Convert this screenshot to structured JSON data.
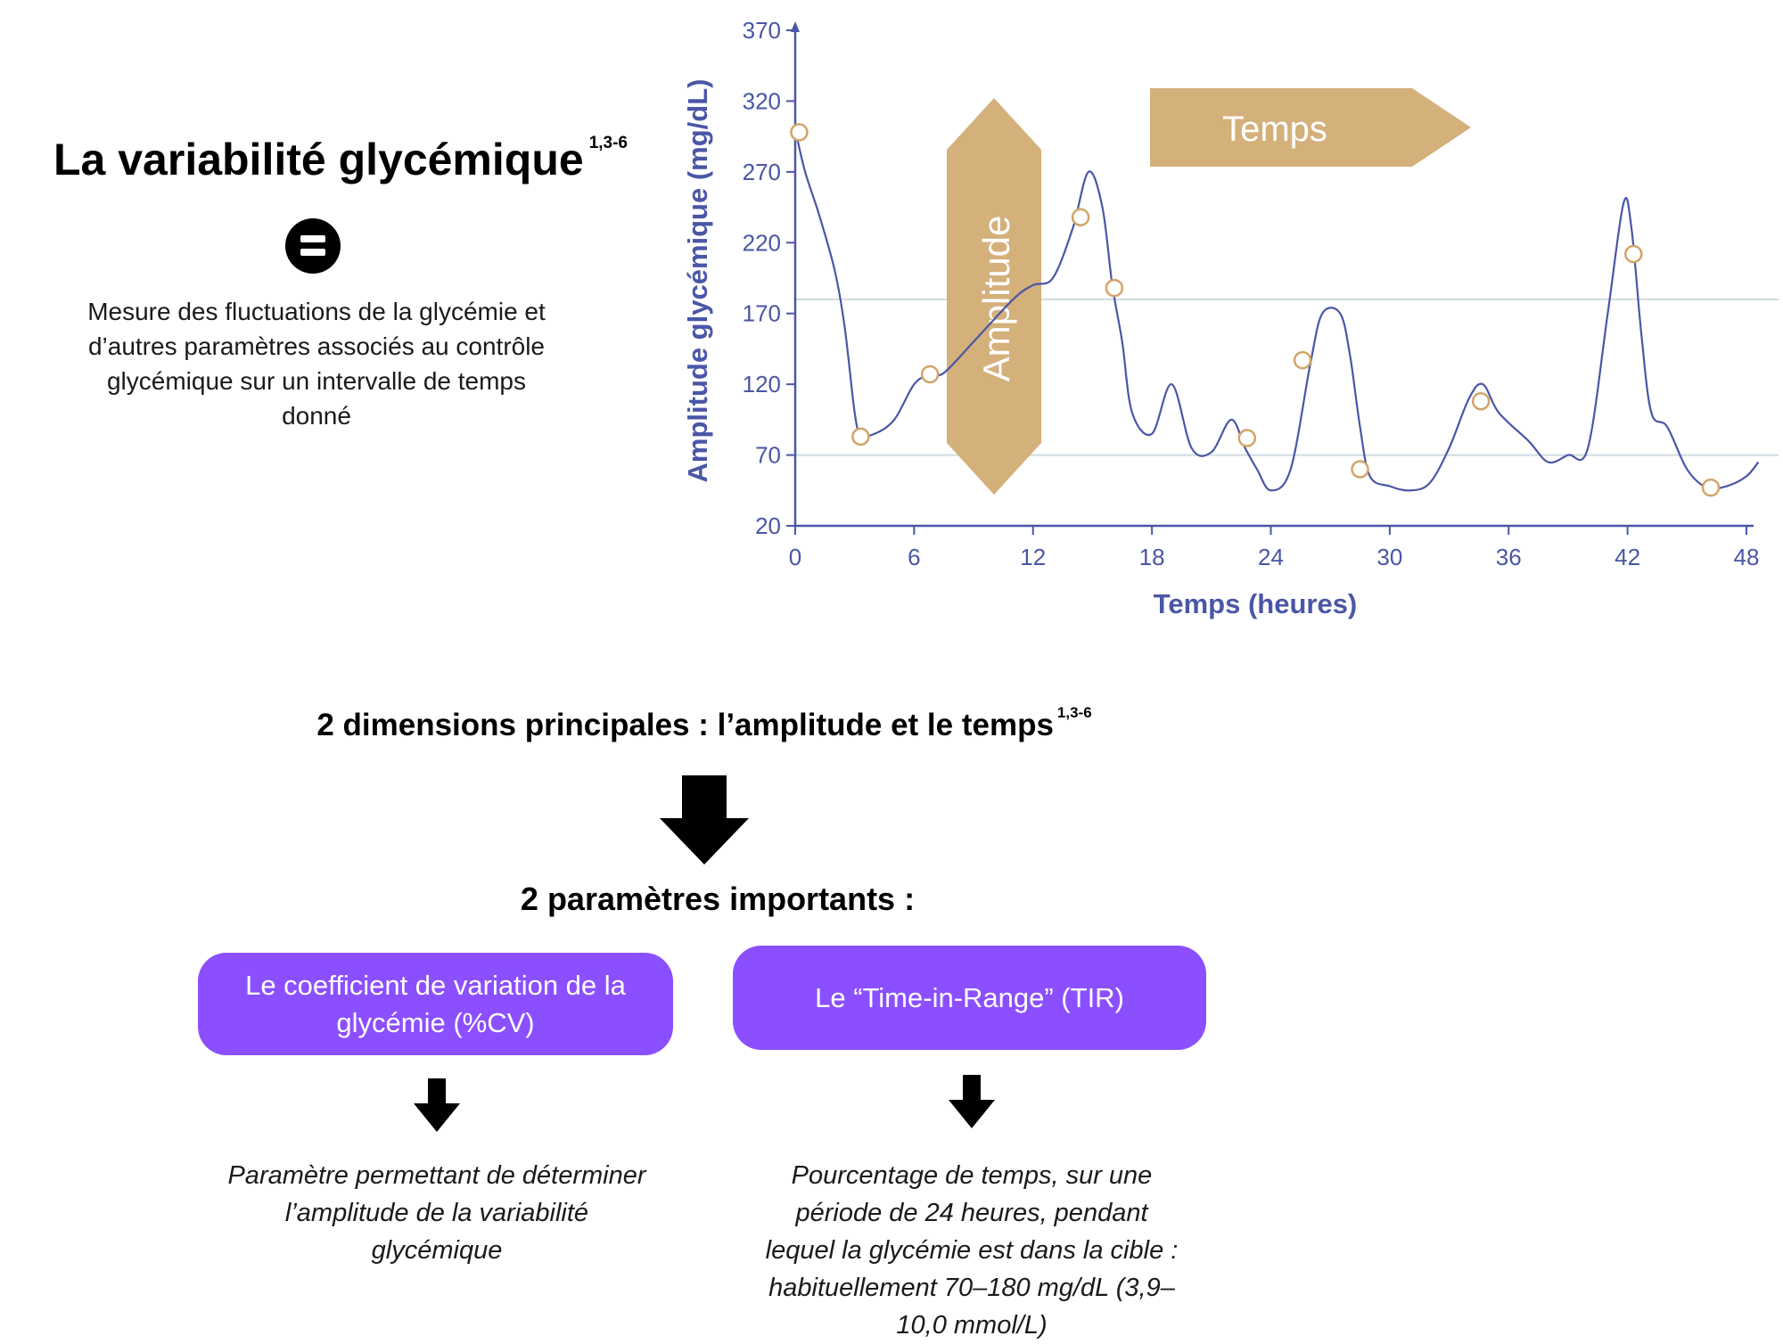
{
  "header": {
    "title": "La variabilité glycémique",
    "title_ref": "1,3-6",
    "equals_icon": "equals-circle-icon",
    "description": "Mesure des fluctuations de la glycémie et d’autres paramètres associés au contrôle glycémique sur un intervalle de temps donné"
  },
  "chart_data": {
    "type": "line",
    "xlabel": "Temps (heures)",
    "ylabel": "Amplitude glycémique (mg/dL)",
    "xlim": [
      0,
      48
    ],
    "ylim": [
      20,
      370
    ],
    "x_ticks": [
      0,
      6,
      12,
      18,
      24,
      30,
      36,
      42,
      48
    ],
    "y_ticks": [
      20,
      70,
      120,
      170,
      220,
      270,
      320,
      370
    ],
    "reference_lines": [
      70,
      180
    ],
    "series": [
      {
        "values": [
          [
            0,
            300
          ],
          [
            0.5,
            270
          ],
          [
            1.2,
            240
          ],
          [
            2,
            200
          ],
          [
            2.5,
            160
          ],
          [
            3,
            100
          ],
          [
            3.3,
            85
          ],
          [
            4,
            85
          ],
          [
            5,
            95
          ],
          [
            6,
            120
          ],
          [
            6.8,
            127
          ],
          [
            7.5,
            128
          ],
          [
            9,
            150
          ],
          [
            11,
            180
          ],
          [
            12,
            190
          ],
          [
            13,
            195
          ],
          [
            14,
            230
          ],
          [
            14.8,
            270
          ],
          [
            15.5,
            245
          ],
          [
            16,
            190
          ],
          [
            16.5,
            150
          ],
          [
            17,
            100
          ],
          [
            18,
            85
          ],
          [
            19,
            120
          ],
          [
            20,
            75
          ],
          [
            21,
            72
          ],
          [
            22,
            95
          ],
          [
            22.7,
            75
          ],
          [
            23.3,
            60
          ],
          [
            24,
            45
          ],
          [
            25,
            60
          ],
          [
            26,
            135
          ],
          [
            26.6,
            170
          ],
          [
            27.5,
            170
          ],
          [
            28,
            140
          ],
          [
            28.5,
            90
          ],
          [
            29,
            55
          ],
          [
            30,
            48
          ],
          [
            31,
            45
          ],
          [
            32,
            50
          ],
          [
            33,
            75
          ],
          [
            34,
            110
          ],
          [
            34.7,
            120
          ],
          [
            35.5,
            100
          ],
          [
            37,
            80
          ],
          [
            38,
            65
          ],
          [
            39,
            70
          ],
          [
            40,
            75
          ],
          [
            41,
            170
          ],
          [
            41.8,
            248
          ],
          [
            42.2,
            230
          ],
          [
            42.7,
            155
          ],
          [
            43.2,
            100
          ],
          [
            44,
            90
          ],
          [
            45,
            60
          ],
          [
            46,
            47
          ],
          [
            47,
            48
          ],
          [
            48,
            55
          ],
          [
            48.6,
            65
          ]
        ]
      }
    ],
    "markers": [
      [
        0.2,
        298
      ],
      [
        3.3,
        83
      ],
      [
        6.8,
        127
      ],
      [
        14.4,
        238
      ],
      [
        16.1,
        188
      ],
      [
        22.8,
        82
      ],
      [
        25.6,
        137
      ],
      [
        28.5,
        60
      ],
      [
        34.6,
        108
      ],
      [
        42.3,
        212
      ],
      [
        46.2,
        47
      ]
    ],
    "annotations": [
      {
        "label": "Amplitude",
        "kind": "vertical-double-arrow"
      },
      {
        "label": "Temps",
        "kind": "right-arrow"
      }
    ],
    "colors": {
      "axis": "#4a56a6",
      "line": "#4a56a6",
      "grid": "#cfdbe0",
      "marker": "#d2a468",
      "annotation": "#d4b07b"
    },
    "grid": false
  },
  "dimensions": {
    "subtitle": "2 dimensions principales : l’amplitude et le temps",
    "subtitle_ref": "1,3-6",
    "arrow_icon": "down-arrow-icon"
  },
  "parameters": {
    "heading": "2 paramètres importants :",
    "items": [
      {
        "label": "Le coefficient de variation de la glycémie (%CV)",
        "arrow_icon": "down-arrow-icon",
        "note": "Paramètre permettant de déterminer l’amplitude de la variabilité glycémique"
      },
      {
        "label": "Le “Time-in-Range” (TIR)",
        "arrow_icon": "down-arrow-icon",
        "note": "Pourcentage de temps, sur une période de 24 heures, pendant lequel la glycémie est dans la cible : habituellement 70–180 mg/dL (3,9–10,0 mmol/L)"
      }
    ],
    "box_color": "#8c4fff"
  }
}
